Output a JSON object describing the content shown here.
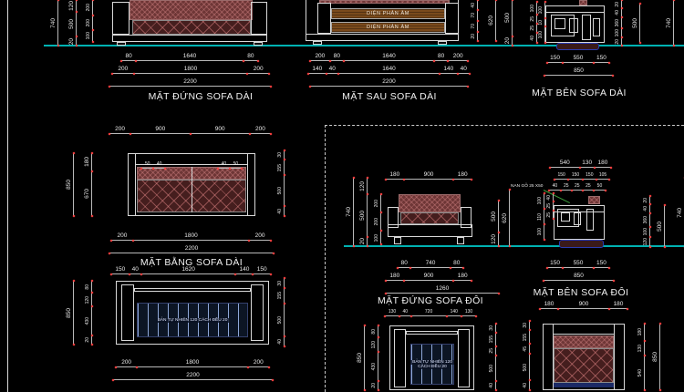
{
  "drawing": {
    "type": "CAD sofa shop-drawing sheet",
    "colors": {
      "background": "#000000",
      "line": "#d8d8d8",
      "dim_tick": "#ff4040",
      "ground_line": "#00b2b2",
      "cushion_hatch": "#6e3636",
      "seat_hatch": "#451e1e",
      "wood_panel": "#7a4a1c",
      "slat_bg": "#0c1524",
      "slat_line": "#8fa8d8",
      "navy_edge": "#2a3bb0",
      "leader_green": "#3a9d3a"
    }
  },
  "v1": {
    "label": "MẶT ĐỨNG SOFA DÀI",
    "dims_b1": [
      "80",
      "1640",
      "80"
    ],
    "dims_b2": [
      "200",
      "1800",
      "200"
    ],
    "dims_b3": [
      "2200"
    ],
    "left_total": [
      "740"
    ],
    "left_chain": [
      "120",
      "500",
      "20"
    ],
    "left_inner": [
      "200",
      "200",
      "100"
    ]
  },
  "v2": {
    "label": "MẶT SAU SOFA DÀI",
    "panel_text": "DIỆN PHẢN ÂM",
    "dims_b1": [
      "200",
      "80",
      "1640",
      "80",
      "200"
    ],
    "dims_b2": [
      "140",
      "40",
      "1640",
      "140",
      "40"
    ],
    "dims_b3": [
      "2200"
    ],
    "right_chain": [
      "40",
      "70",
      "70",
      "20"
    ],
    "right_total": [
      "620"
    ],
    "right_outer": [
      "500",
      "20"
    ]
  },
  "v3": {
    "label": "MẶT BÊN SOFA DÀI",
    "dims_b1": [
      "150",
      "550",
      "150"
    ],
    "dims_b2": [
      "850"
    ],
    "left_small1": [
      "100",
      "25",
      "25",
      "40"
    ],
    "left_small2": [
      "100",
      "10",
      "100"
    ],
    "right_chain": [
      "20",
      "40",
      "360",
      "100",
      "20"
    ],
    "right_mid": [
      "500"
    ],
    "right_total": [
      "740"
    ]
  },
  "v4": {
    "label": "MẶT BẰNG SOFA DÀI",
    "dims_t1": [
      "200",
      "900",
      "900",
      "200"
    ],
    "seat_dims_left": [
      "50",
      "40"
    ],
    "seat_dims_right": [
      "40",
      "50"
    ],
    "dims_b1": [
      "200",
      "1800",
      "200"
    ],
    "dims_b2": [
      "2200"
    ],
    "left_total": [
      "850"
    ],
    "left_chain": [
      "180",
      "670"
    ],
    "right_chain": [
      "30",
      "155",
      "500",
      "40"
    ]
  },
  "v5": {
    "slat_text": "BẢN TỰ NHIÊN 120 CÁCH ĐỀU 20",
    "dims_t1": [
      "150",
      "40",
      "1620",
      "140",
      "150"
    ],
    "dims_b1": [
      "200",
      "1800",
      "200"
    ],
    "dims_b2": [
      "2200"
    ],
    "left_total": [
      "850"
    ],
    "left_chain": [
      "80",
      "120",
      "430",
      "20"
    ],
    "right_chain": [
      "30",
      "155",
      "500",
      "40"
    ]
  },
  "v6": {
    "label": "MẶT ĐỨNG SOFA ĐÔI",
    "dims_t1": [
      "180",
      "900",
      "180"
    ],
    "dims_b1": [
      "80",
      "740",
      "80"
    ],
    "dims_b2": [
      "180",
      "900",
      "180"
    ],
    "dims_b3": [
      "1260"
    ],
    "left_total": [
      "740"
    ],
    "left_chain": [
      "120",
      "500",
      "20"
    ],
    "left_inner": [
      "200",
      "200",
      "100"
    ],
    "right_chain": [
      "500",
      "120"
    ],
    "right_total": [
      "620"
    ]
  },
  "v7": {
    "label": "MẶT BÊN SOFA ĐÔI",
    "note": "NAN GỖ 25 X50",
    "dims_t1": [
      "540",
      "130",
      "180"
    ],
    "dims_t2": [
      "150",
      "150",
      "150",
      "105"
    ],
    "dims_t3": [
      "40",
      "25",
      "25",
      "25",
      "50"
    ],
    "dims_b1": [
      "150",
      "550",
      "150"
    ],
    "dims_b2": [
      "850"
    ],
    "left_small1": [
      "100",
      "110",
      "100"
    ],
    "left_small2": [
      "40",
      "25",
      "25"
    ],
    "right_chain": [
      "20",
      "40",
      "360",
      "100",
      "120"
    ],
    "right_mid": [
      "500"
    ],
    "right_total": [
      "740"
    ]
  },
  "v8": {
    "slat_text_1": "BẢN TỰ NHIÊN 120",
    "slat_text_2": "CÁCH ĐỀU 20",
    "dims_t1": [
      "130",
      "40",
      "720",
      "140",
      "130"
    ],
    "left_total": [
      "850"
    ],
    "left_chain": [
      "80",
      "120",
      "430",
      "20"
    ],
    "right_chain": [
      "30",
      "155",
      "25",
      "500",
      "40"
    ]
  },
  "v9": {
    "dims_t1": [
      "180",
      "900",
      "180"
    ],
    "left_chain": [
      "30",
      "155",
      "45",
      "500",
      "40"
    ],
    "right_chain": [
      "180",
      "130",
      "540"
    ],
    "right_total": [
      "850"
    ]
  }
}
